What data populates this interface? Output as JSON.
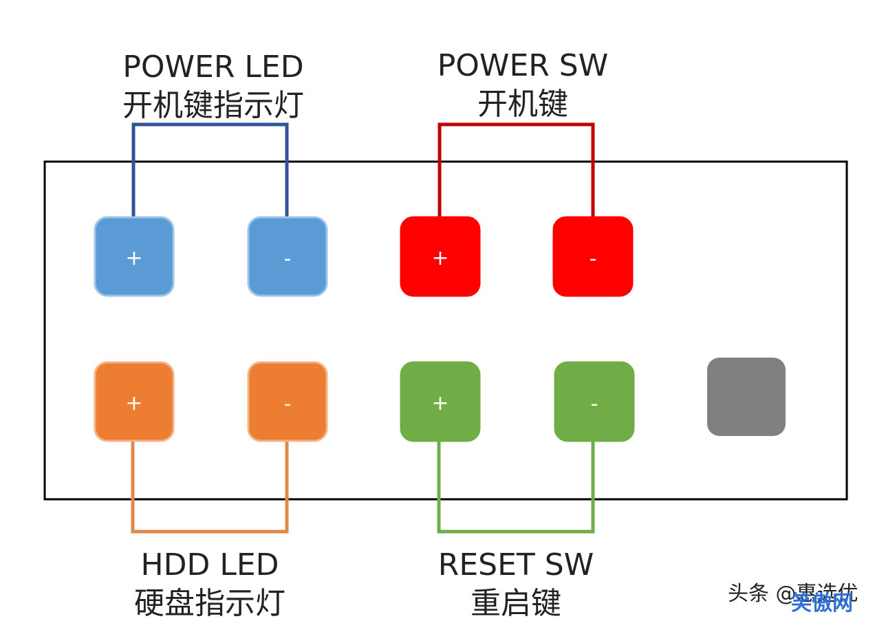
{
  "colors": {
    "power_led": "#5b9bd5",
    "power_sw": "#ff0000",
    "hdd_led": "#ed7d31",
    "reset_sw": "#70ad47",
    "unused_pin": "#808080",
    "wire_blue": "#2f5597",
    "wire_red": "#c00000",
    "wire_orange": "#e08a4a",
    "wire_green": "#70ad47",
    "frame": "#000000"
  },
  "groups": {
    "power_led": {
      "title_en": "POWER LED",
      "title_zh": "开机键指示灯"
    },
    "power_sw": {
      "title_en": "POWER SW",
      "title_zh": "开机键"
    },
    "hdd_led": {
      "title_en": "HDD LED",
      "title_zh": "硬盘指示灯"
    },
    "reset_sw": {
      "title_en": "RESET SW",
      "title_zh": "重启键"
    }
  },
  "pins": {
    "power_led_plus": "+",
    "power_led_minus": "-",
    "power_sw_plus": "+",
    "power_sw_minus": "-",
    "hdd_led_plus": "+",
    "hdd_led_minus": "-",
    "reset_sw_plus": "+",
    "reset_sw_minus": "-"
  },
  "watermark": {
    "text": "头条 @惠选优",
    "logo_text": "笑傲网"
  }
}
